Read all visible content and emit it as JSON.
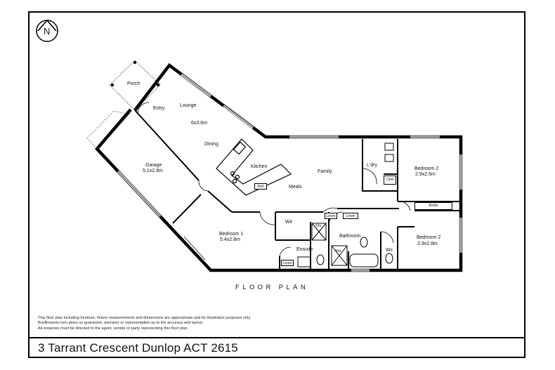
{
  "compass": {
    "letter": "N"
  },
  "rooms": {
    "porch": "Porch",
    "entry": "Entry",
    "lounge": "Lounge",
    "lounge_dim": "6x3.6m",
    "dining": "Dining",
    "kitchen": "Kitchen",
    "ref": "Ref",
    "family": "Family",
    "meals": "Meals",
    "garage": "Garage",
    "garage_dim": "5.1x2.8m",
    "laundry": "L'dry",
    "cbd": "Cbd",
    "bedroom2_upper": "Bedroom 2",
    "bedroom2_upper_dim": "2.9x2.6m",
    "robe": "Robe",
    "linen_a": "Linen",
    "linen_b": "Linen",
    "linen_c": "Linen",
    "wir": "Wir",
    "shr_a": "Shr",
    "shr_b": "Shr",
    "bathroom": "Bathroom",
    "bedroom1": "Bedroom 1",
    "bedroom1_dim": "5.4x2.8m",
    "ensuite": "Ensuite",
    "wc": "Wc",
    "bedroom2_lower": "Bedroom 2",
    "bedroom2_lower_dim": "2.9x2.8m"
  },
  "plan_title": "FLOOR PLAN",
  "disclaimer": [
    "This floor plan including furniture, fixture measurements and dimensions are approximate and for illustrative purposes only.",
    "BoxBrownie.com gives no guarantee, warranty or representation as to the accuracy and layout.",
    "All enquiries must be directed to the agent, vendor or party representing this floor plan."
  ],
  "address": "3 Tarrant Crescent Dunlop ACT 2615"
}
